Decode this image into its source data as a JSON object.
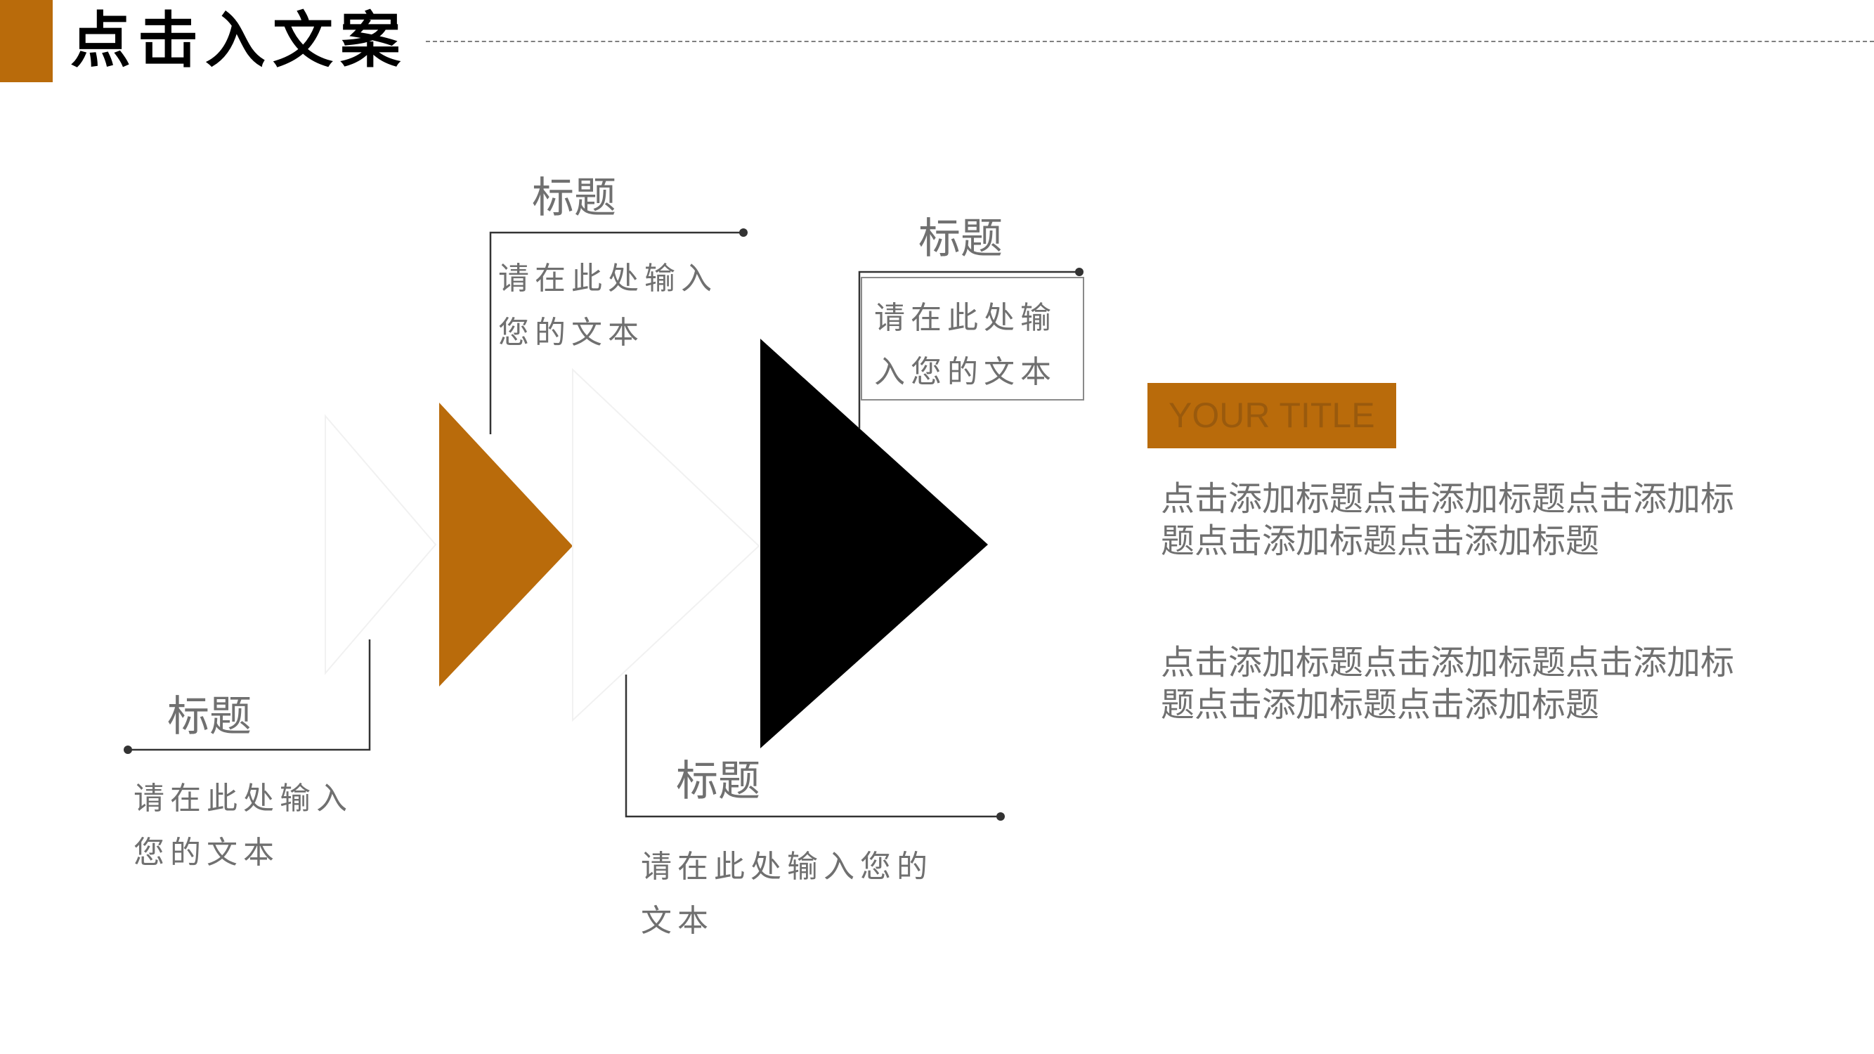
{
  "header": {
    "title": "点击入文案"
  },
  "diagram": {
    "items": [
      {
        "title": "标题",
        "desc": "请在此处输入您的文本"
      },
      {
        "title": "标题",
        "desc": "请在此处输入您的文本"
      },
      {
        "title": "标题",
        "desc": "请在此处输入您的文本"
      },
      {
        "title": "标题",
        "desc": "请在此处输入您的文本"
      }
    ]
  },
  "side_panel": {
    "title": "YOUR TITLE",
    "paragraphs": [
      "点击添加标题点击添加标题点击添加标题点击添加标题点击添加标题",
      "点击添加标题点击添加标题点击添加标题点击添加标题点击添加标题"
    ]
  },
  "colors": {
    "accent": "#B96B0B",
    "dark": "#000000",
    "text_gray": "#707070"
  }
}
